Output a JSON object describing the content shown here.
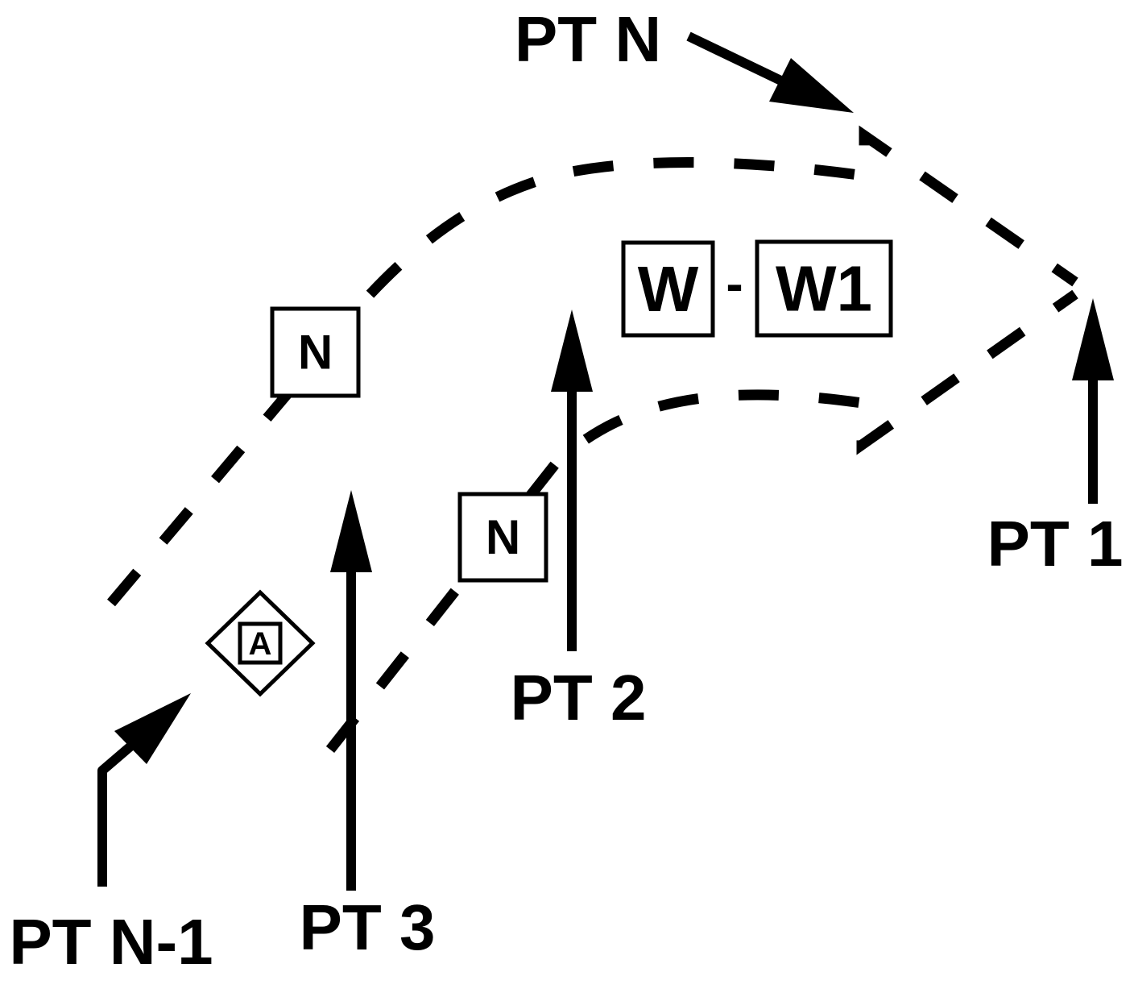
{
  "labels": {
    "pt_n": "PT N",
    "pt_1": "PT 1",
    "pt_2": "PT 2",
    "pt_3": "PT 3",
    "pt_n_minus_1": "PT N-1"
  },
  "symbols": {
    "box_n_upper": "N",
    "box_n_lower": "N",
    "box_w": "W",
    "separator": "-",
    "box_w1": "W1",
    "diamond_a": "A"
  },
  "colors": {
    "ink": "#000000",
    "background": "#ffffff"
  }
}
